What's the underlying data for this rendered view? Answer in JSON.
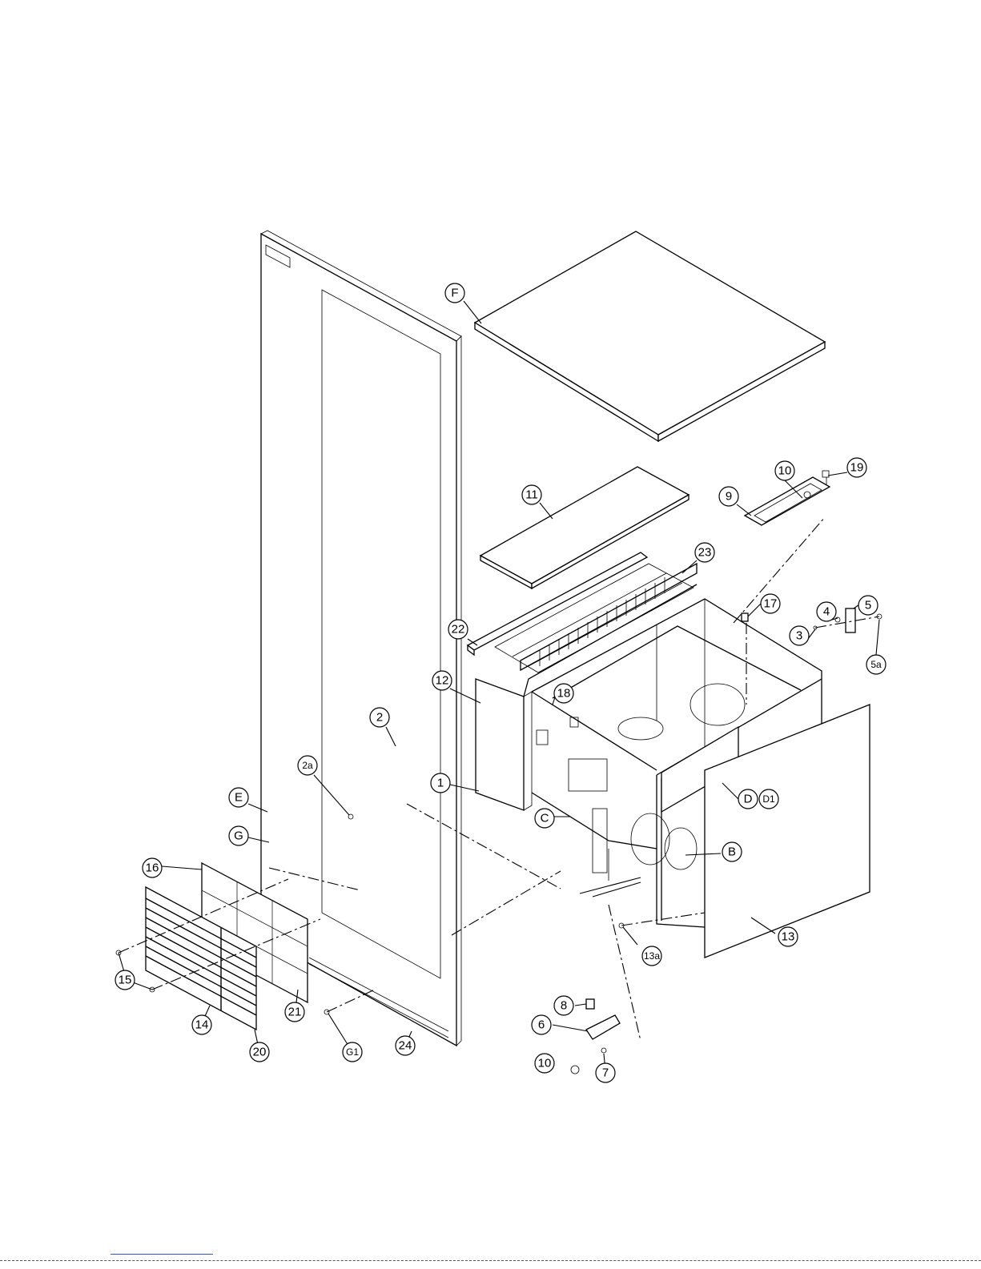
{
  "diagram": {
    "callouts": [
      {
        "id": "F",
        "label": "F"
      },
      {
        "id": "11",
        "label": "11"
      },
      {
        "id": "23",
        "label": "23"
      },
      {
        "id": "22",
        "label": "22"
      },
      {
        "id": "10a",
        "label": "10"
      },
      {
        "id": "19",
        "label": "19"
      },
      {
        "id": "9",
        "label": "9"
      },
      {
        "id": "17",
        "label": "17"
      },
      {
        "id": "4",
        "label": "4"
      },
      {
        "id": "5",
        "label": "5"
      },
      {
        "id": "3",
        "label": "3"
      },
      {
        "id": "5a",
        "label": "5a"
      },
      {
        "id": "12",
        "label": "12"
      },
      {
        "id": "18",
        "label": "18"
      },
      {
        "id": "2",
        "label": "2"
      },
      {
        "id": "2a",
        "label": "2a"
      },
      {
        "id": "1",
        "label": "1"
      },
      {
        "id": "E",
        "label": "E"
      },
      {
        "id": "C",
        "label": "C"
      },
      {
        "id": "D",
        "label": "D"
      },
      {
        "id": "D1",
        "label": "D1"
      },
      {
        "id": "G",
        "label": "G"
      },
      {
        "id": "B",
        "label": "B"
      },
      {
        "id": "16",
        "label": "16"
      },
      {
        "id": "13a",
        "label": "13a"
      },
      {
        "id": "13",
        "label": "13"
      },
      {
        "id": "15",
        "label": "15"
      },
      {
        "id": "21",
        "label": "21"
      },
      {
        "id": "14",
        "label": "14"
      },
      {
        "id": "8",
        "label": "8"
      },
      {
        "id": "6",
        "label": "6"
      },
      {
        "id": "G1",
        "label": "G1"
      },
      {
        "id": "24",
        "label": "24"
      },
      {
        "id": "20",
        "label": "20"
      },
      {
        "id": "10b",
        "label": "10"
      },
      {
        "id": "7",
        "label": "7"
      }
    ]
  }
}
